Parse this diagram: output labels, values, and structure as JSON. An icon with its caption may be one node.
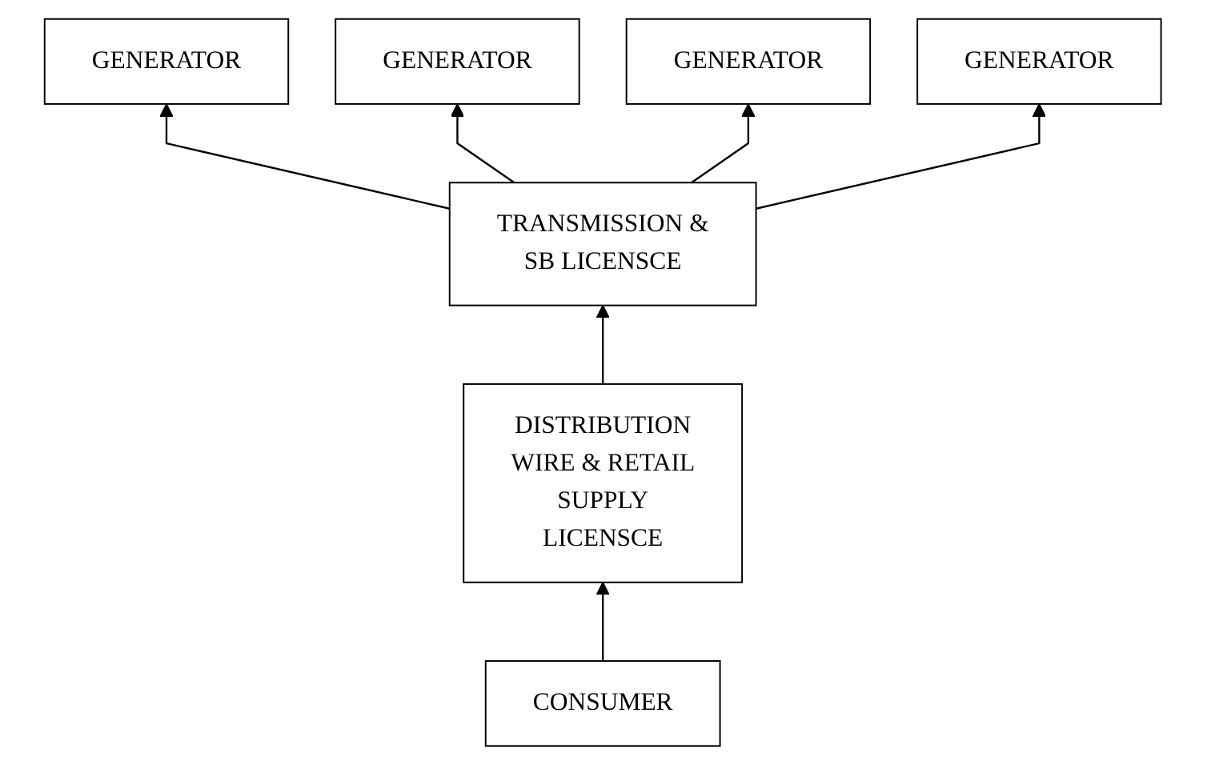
{
  "diagram": {
    "nodes": [
      {
        "text": [
          "GENERATOR"
        ]
      },
      {
        "text": [
          "GENERATOR"
        ]
      },
      {
        "text": [
          "GENERATOR"
        ]
      },
      {
        "text": [
          "GENERATOR"
        ]
      },
      {
        "text": [
          "TRANSMISSION & SB LICENSCE"
        ]
      },
      {
        "text": [
          "DISTRIBUTION WIRE & RETAIL SUPPLY LICENSCE"
        ]
      },
      {
        "text": [
          "CONSUMER"
        ]
      }
    ],
    "edges": [
      {
        "from": 4,
        "to": 0,
        "arrow": "to"
      },
      {
        "from": 4,
        "to": 1,
        "arrow": "to"
      },
      {
        "from": 4,
        "to": 2,
        "arrow": "to"
      },
      {
        "from": 4,
        "to": 3,
        "arrow": "to"
      },
      {
        "from": 5,
        "to": 4,
        "arrow": "to"
      },
      {
        "from": 6,
        "to": 5,
        "arrow": "to"
      }
    ]
  }
}
